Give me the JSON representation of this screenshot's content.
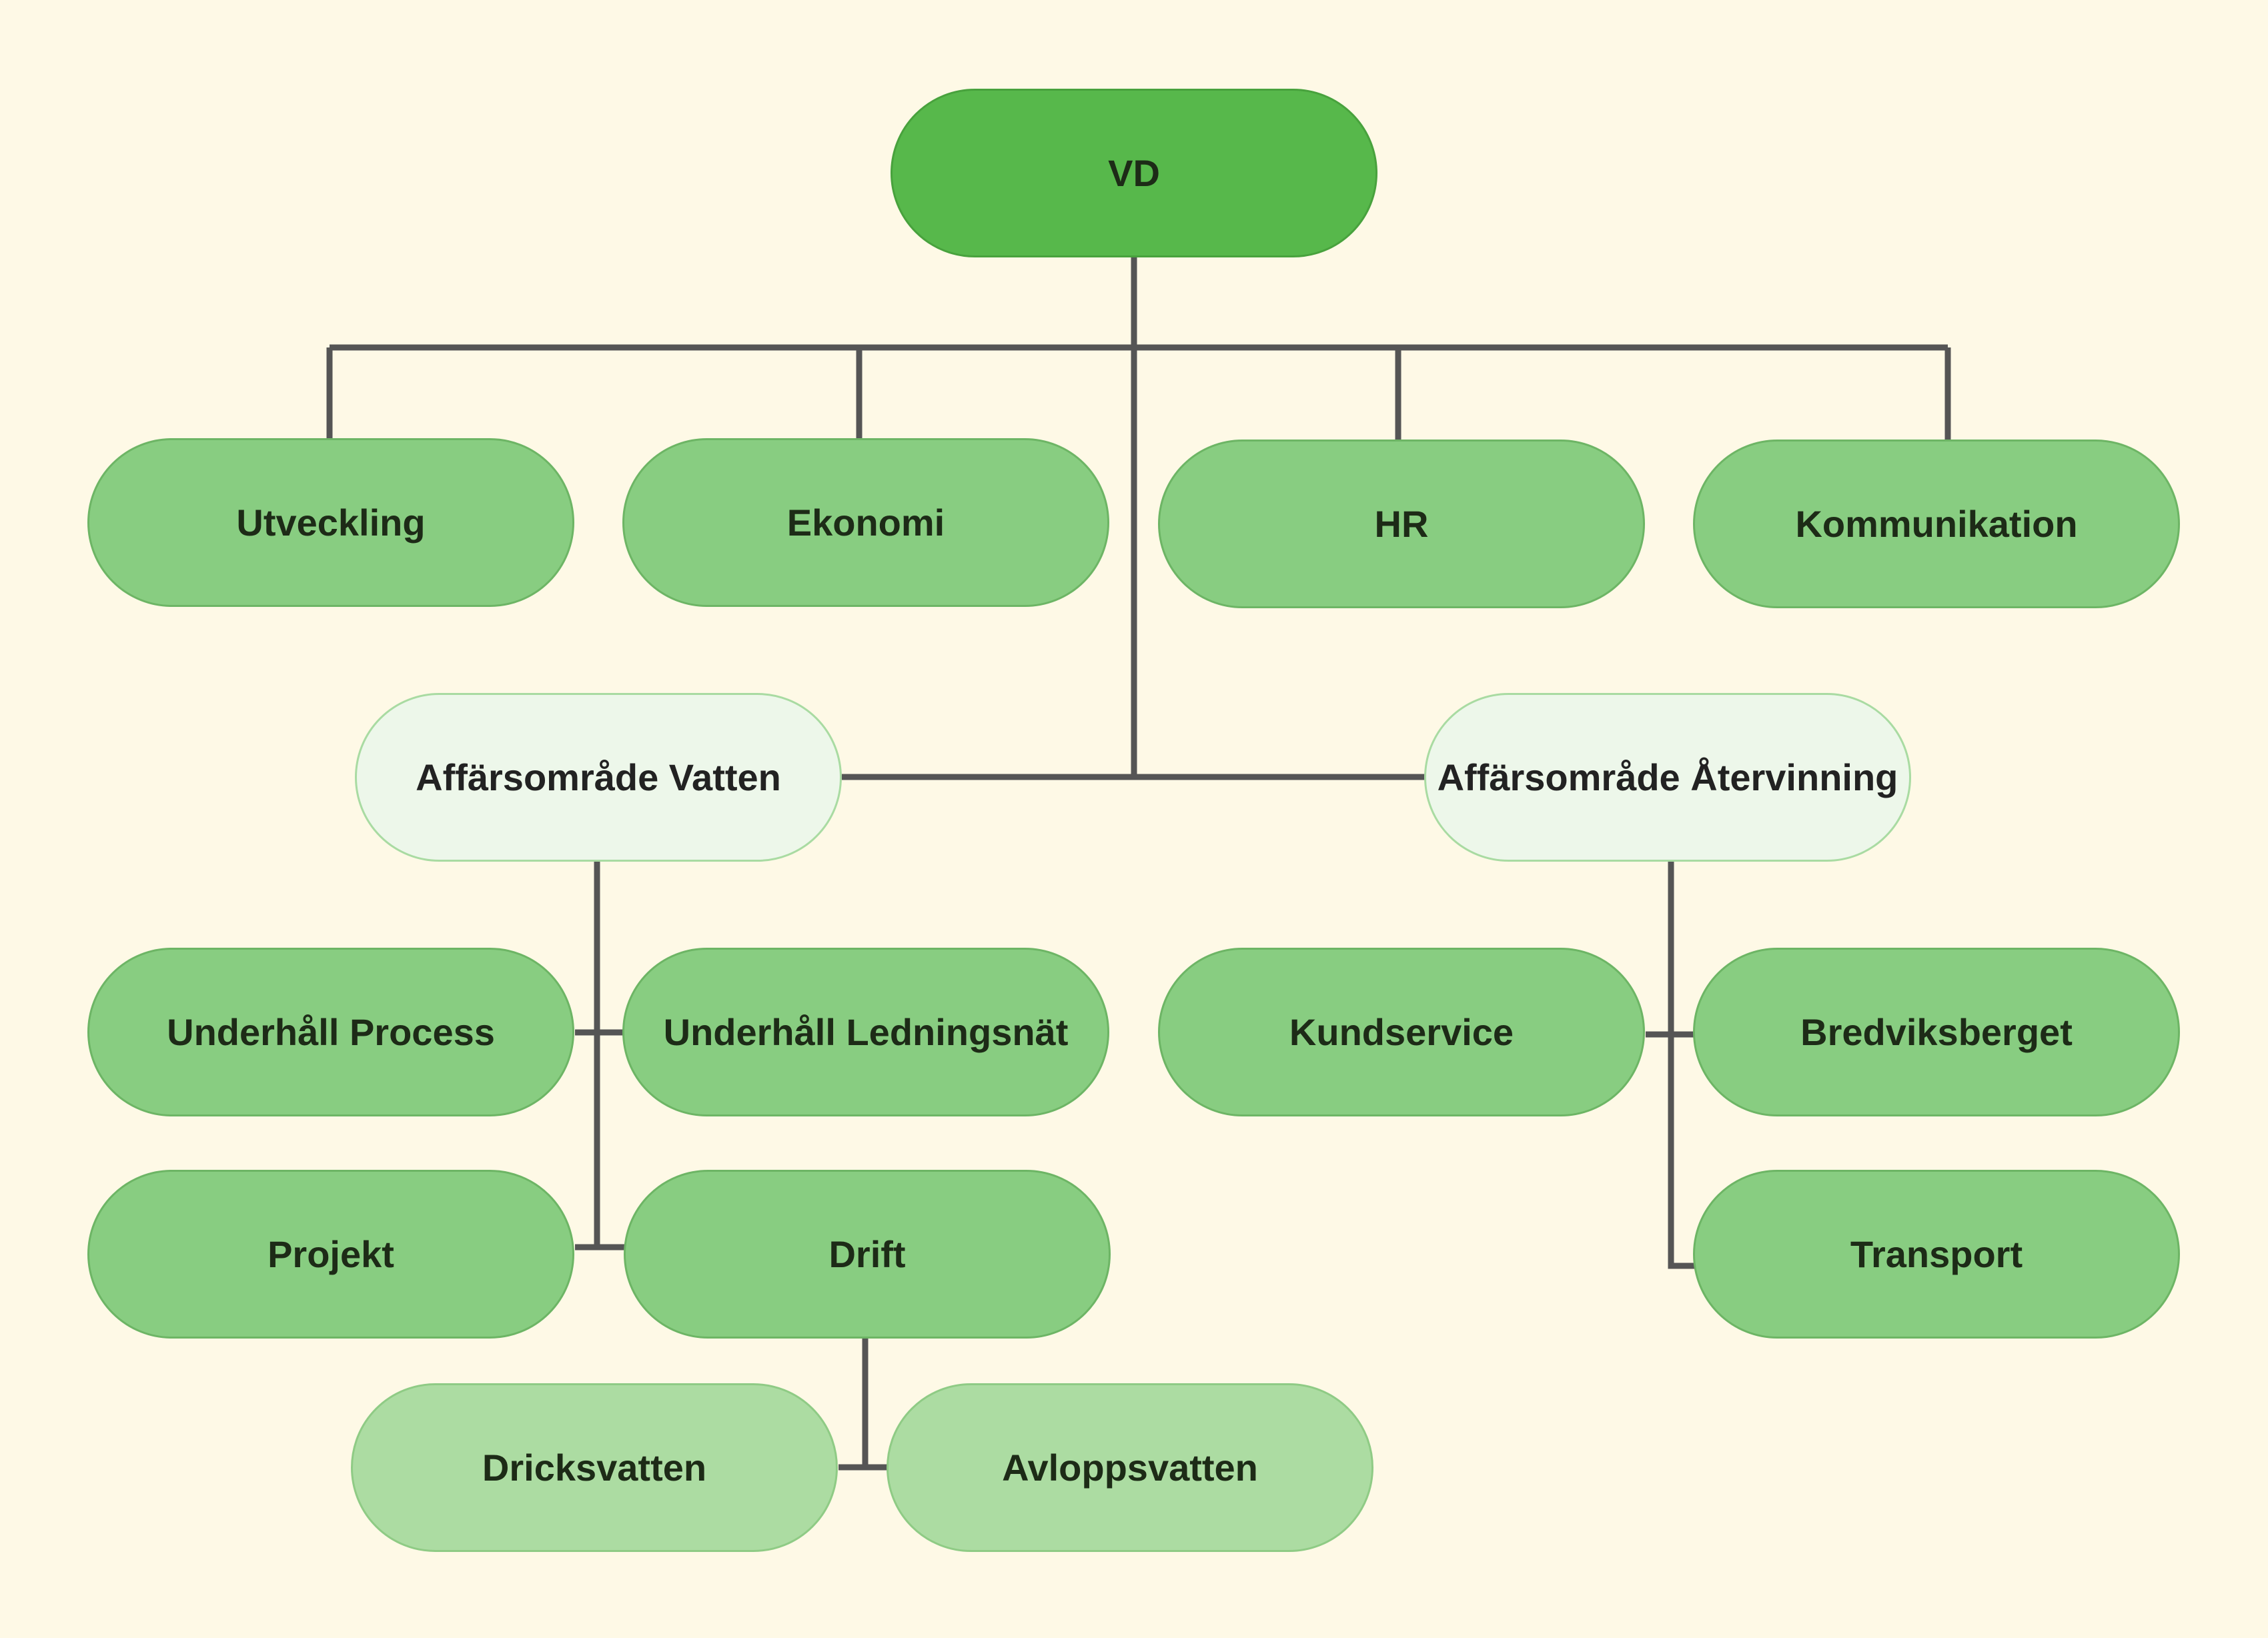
{
  "org": {
    "root": "VD",
    "staff": [
      "Utveckling",
      "Ekonomi",
      "HR",
      "Kommunikation"
    ],
    "area_water": "Affärsområde Vatten",
    "area_recycling": "Affärsområde Återvinning",
    "water_units": [
      "Underhåll Process",
      "Underhåll Ledningsnät",
      "Projekt",
      "Drift"
    ],
    "recycling_units": [
      "Kundservice",
      "Bredviksberget",
      "Transport"
    ],
    "drift_units": [
      "Dricksvatten",
      "Avloppsvatten"
    ]
  },
  "colors": {
    "background": "#fef9e6",
    "root": "#57b84b",
    "dept": "#88cd81",
    "area": "#edf7ea",
    "sub": "#acdca2",
    "connector": "#555555"
  }
}
